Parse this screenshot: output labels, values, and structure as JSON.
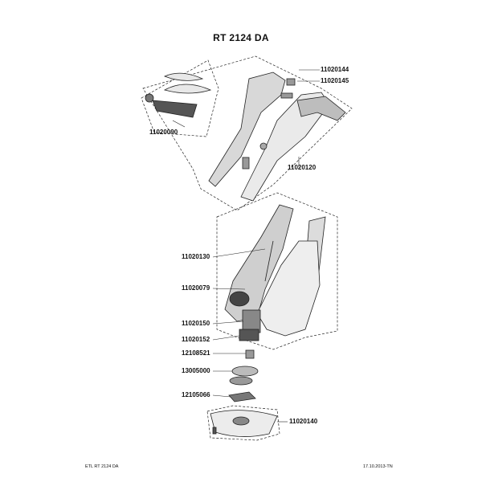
{
  "title": "RT 2124 DA",
  "parts": {
    "p11020144": "11020144",
    "p11020145": "11020145",
    "p11020090": "11020090",
    "p11020120": "11020120",
    "p11020130": "11020130",
    "p11020079": "11020079",
    "p11020150": "11020150",
    "p11020152": "11020152",
    "p12108521": "12108521",
    "p13005000": "13005000",
    "p12105066": "12105066",
    "p11020140": "11020140"
  },
  "footer": {
    "left": "ETL RT 2124 DA",
    "right": "17.10.2013-TN"
  }
}
